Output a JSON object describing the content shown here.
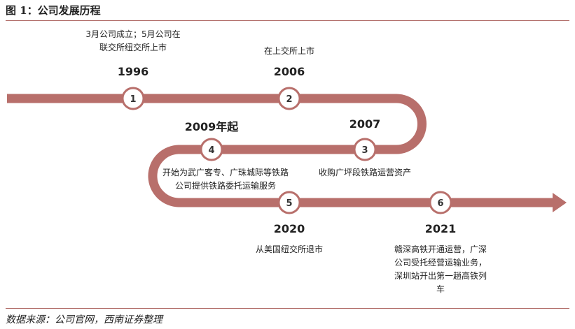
{
  "figure": {
    "title": "图 1：公司发展历程",
    "source": "数据来源：公司官网，西南证券整理"
  },
  "milestones": [
    {
      "num": "1",
      "year": "1996",
      "text": [
        "3月公司成立；5月公司在",
        "联交所纽交所上市"
      ]
    },
    {
      "num": "2",
      "year": "2006",
      "text": [
        "在上交所上市"
      ]
    },
    {
      "num": "3",
      "year": "2007",
      "text": [
        "收购广坪段铁路运营资产"
      ]
    },
    {
      "num": "4",
      "year": "2009年起",
      "text": [
        "开始为武广客专、广珠城际等铁路",
        "公司提供铁路委托运输服务"
      ]
    },
    {
      "num": "5",
      "year": "2020",
      "text": [
        "从美国纽交所退市"
      ]
    },
    {
      "num": "6",
      "year": "2021",
      "text": [
        "赣深高铁开通运营，广深",
        "公司受托经营运输业务，",
        "深圳站开出第一趟高铁列",
        "车"
      ]
    }
  ],
  "colors": {
    "track": "#b86f6b",
    "node_fill": "#ffffff",
    "node_ring": "#b86f6b",
    "rule": "#b06a66"
  }
}
